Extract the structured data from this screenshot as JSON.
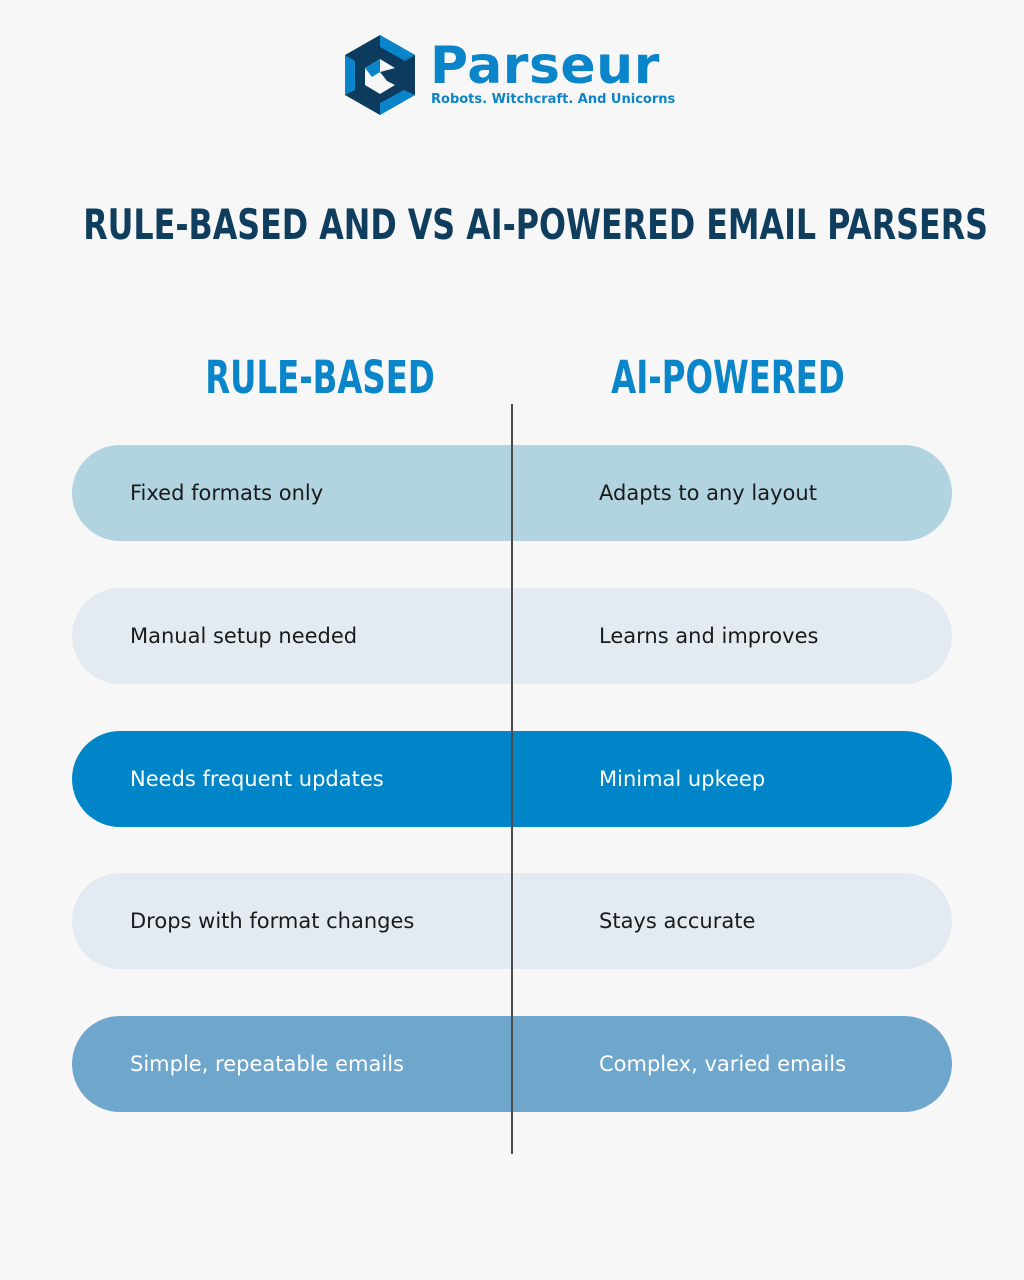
{
  "logo": {
    "name": "Parseur",
    "tagline": "Robots. Witchcraft. And Unicorns",
    "icon": "parseur-cube-icon"
  },
  "title": "RULE-BASED AND VS AI-POWERED EMAIL PARSERS",
  "columns": {
    "left": "RULE-BASED",
    "right": "AI-POWERED"
  },
  "rows": [
    {
      "left": "Fixed formats only",
      "right": "Adapts to any layout"
    },
    {
      "left": "Manual setup needed",
      "right": "Learns and improves"
    },
    {
      "left": "Needs frequent updates",
      "right": "Minimal upkeep"
    },
    {
      "left": "Drops with format changes",
      "right": "Stays accurate"
    },
    {
      "left": "Simple, repeatable emails",
      "right": "Complex, varied emails"
    }
  ],
  "colors": {
    "background": "#f7f7f7",
    "title": "#0f3d5e",
    "heading": "#0a85c9",
    "brand_dark": "#0c3b5d",
    "brand_accent": "#0a85c9",
    "divider": "#4a4a4a",
    "row_backgrounds": [
      "#b2d4e0",
      "#e3eaf1",
      "#0085c8",
      "#e3eaf1",
      "#6ea7cb"
    ],
    "row_text": [
      "#1a1a1a",
      "#1a1a1a",
      "#ffffff",
      "#1a1a1a",
      "#ffffff"
    ]
  }
}
